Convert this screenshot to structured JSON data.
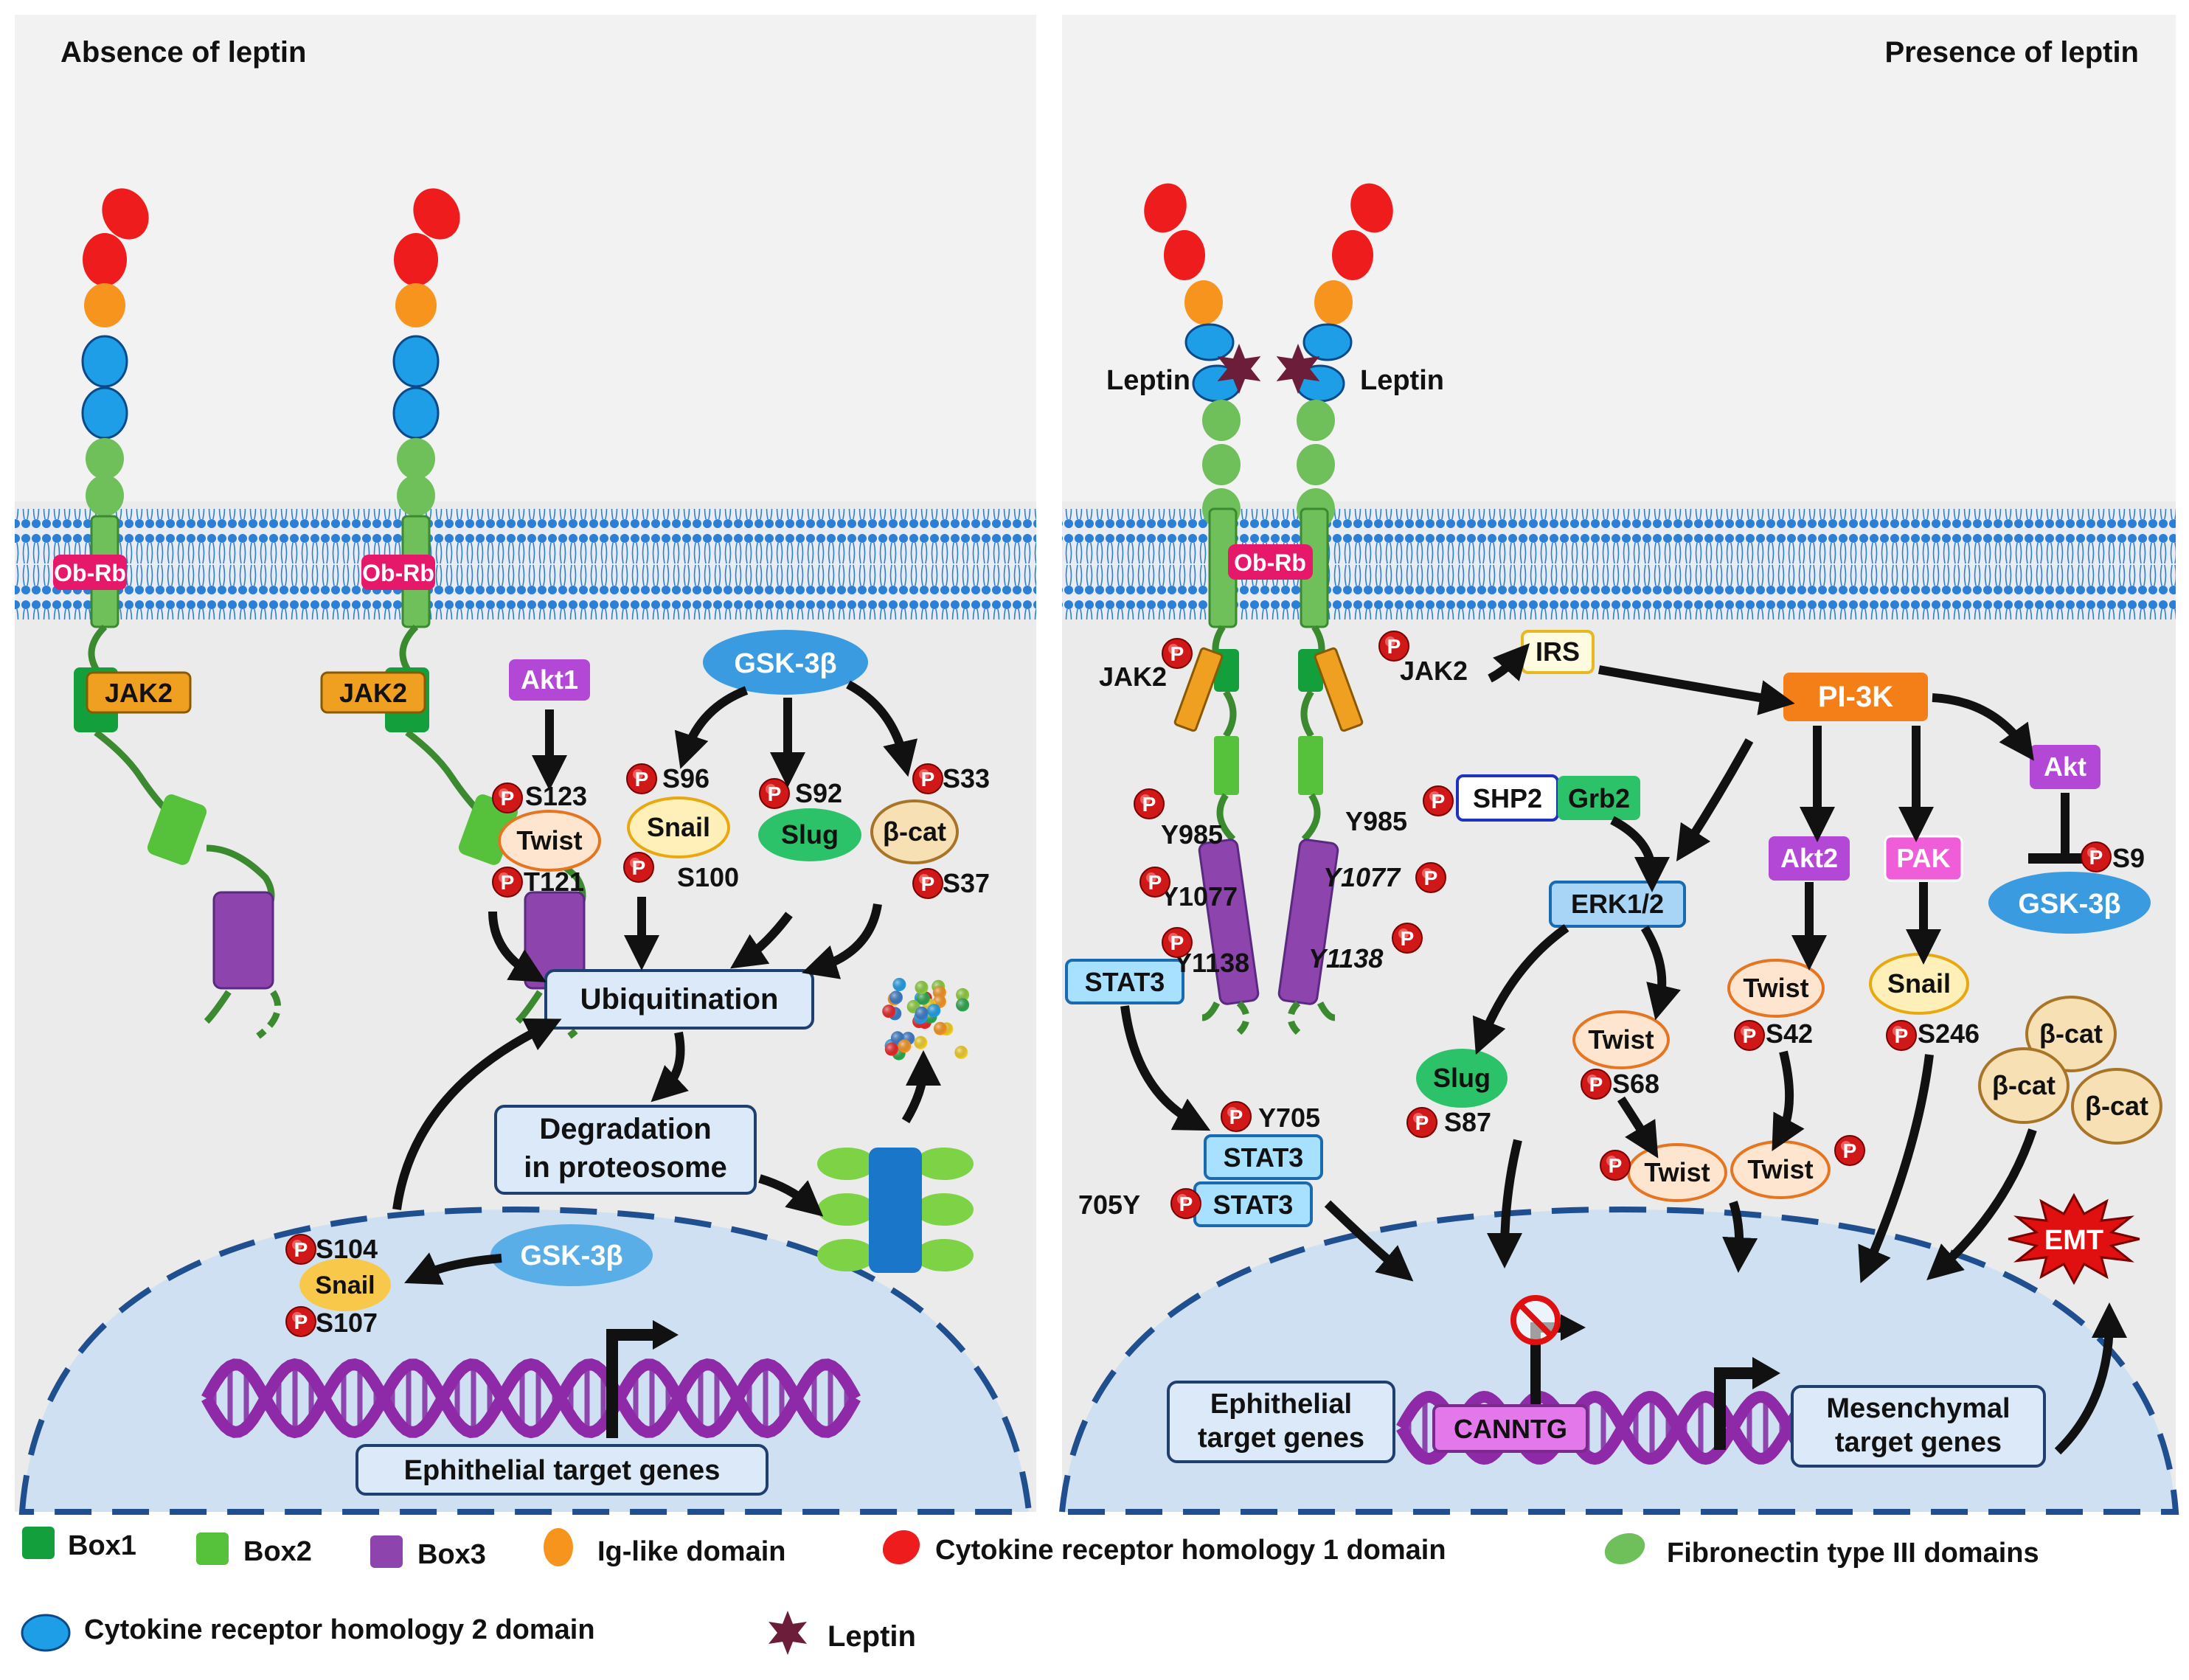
{
  "panels": {
    "left_title": "Absence of leptin",
    "right_title": "Presence of leptin"
  },
  "left": {
    "receptor": "Ob-Rb",
    "jak2": "JAK2",
    "akt1": "Akt1",
    "gsk": "GSK-3β",
    "gsk_nuclear": "GSK-3β",
    "twist": "Twist",
    "snail": "Snail",
    "slug": "Slug",
    "bcat": "β-cat",
    "snail_nuclear": "Snail",
    "sites": {
      "s123": "S123",
      "t121": "T121",
      "s96": "S96",
      "s100": "S100",
      "s92": "S92",
      "s33": "S33",
      "s37": "S37",
      "s104": "S104",
      "s107": "S107"
    },
    "ubiquitination": "Ubiquitination",
    "degradation_line1": "Degradation",
    "degradation_line2": "in proteosome",
    "epithelial_genes": "Ephithelial  target genes"
  },
  "right": {
    "leptin_left": "Leptin",
    "leptin_right": "Leptin",
    "receptor": "Ob-Rb",
    "jak2_left": "JAK2",
    "jak2_right": "JAK2",
    "irs": "IRS",
    "pi3k": "PI-3K",
    "akt": "Akt",
    "akt2": "Akt2",
    "pak": "PAK",
    "gsk": "GSK-3β",
    "shp2": "SHP2",
    "grb2": "Grb2",
    "erk": "ERK1/2",
    "stat3": "STAT3",
    "stat3_a": "STAT3",
    "stat3_b": "STAT3",
    "slug": "Slug",
    "twist_erk": "Twist",
    "twist_akt2": "Twist",
    "twist_a": "Twist",
    "twist_b": "Twist",
    "snail": "Snail",
    "bcat1": "β-cat",
    "bcat2": "β-cat",
    "bcat3": "β-cat",
    "emt": "EMT",
    "canntg": "CANNTG",
    "epithelial_line1": "Ephithelial",
    "epithelial_line2": "target genes",
    "mesenchymal_line1": "Mesenchymal",
    "mesenchymal_line2": "target genes",
    "sites": {
      "y985_l": "Y985",
      "y1077_l": "Y1077",
      "y1138_l": "Y1138",
      "y985_r": "Y985",
      "y1077_r": "Y1077",
      "y1138_r": "Y1138",
      "y705": "Y705",
      "y705b": "705Y",
      "s87": "S87",
      "s68": "S68",
      "s42": "S42",
      "s246": "S246",
      "s9": "S9"
    }
  },
  "phospho": "P",
  "legend": {
    "box1": "Box1",
    "box2": "Box2",
    "box3": "Box3",
    "ig": "Ig-like  domain",
    "crh1": "Cytokine  receptor  homology  1 domain",
    "fn3": "Fibronectin  type III domains",
    "crh2": "Cytokine  receptor  homology  2 domain",
    "leptin": "Leptin"
  },
  "colors": {
    "red": "#ee1c1c",
    "orange": "#f7941d",
    "blue": "#1e9ee6",
    "fn_green": "#6fbf5a",
    "box1": "#139f3c",
    "box2": "#56c13a",
    "box3": "#8e44ad",
    "jak2": "#f0a020",
    "membrane": "#2b7fd6",
    "leptin": "#6b1d3a",
    "ob_rb": "#e6186a",
    "purple_chip": "#b348d6",
    "pink_chip": "#f05dd8",
    "emt": "#e01010"
  }
}
